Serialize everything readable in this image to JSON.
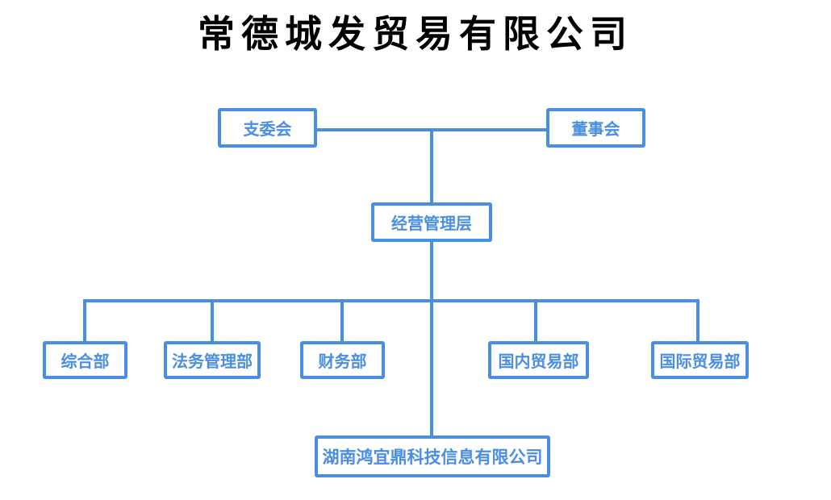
{
  "title": "常德城发贸易有限公司",
  "colors": {
    "accent": "#4a8ee2",
    "node_background": "#ffffff",
    "node_text": "#4a8ee2",
    "title_text": "#000000",
    "background": "#ffffff"
  },
  "org": {
    "top": [
      {
        "label": "支委会"
      },
      {
        "label": "董事会"
      }
    ],
    "management": {
      "label": "经营管理层"
    },
    "departments": [
      {
        "label": "综合部"
      },
      {
        "label": "法务管理部"
      },
      {
        "label": "财务部"
      },
      {
        "label": "国内贸易部"
      },
      {
        "label": "国际贸易部"
      }
    ],
    "subsidiary": {
      "label": "湖南鸿宜鼎科技信息有限公司"
    }
  }
}
